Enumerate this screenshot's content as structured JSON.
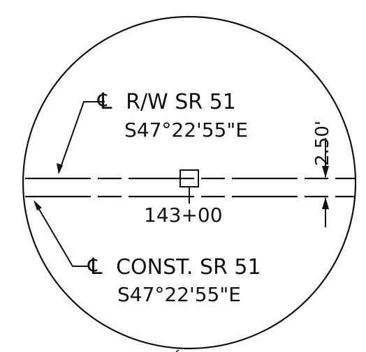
{
  "detail": {
    "rw_label": {
      "symbol": "℄",
      "text": "R/W SR 51",
      "bearing": "S47°22'55\"E"
    },
    "const_label": {
      "symbol": "℄",
      "text": "CONST. SR 51",
      "bearing": "S47°22'55\"E"
    },
    "station": "143+00",
    "offset": "2.50'"
  },
  "colors": {
    "ink": "#111111",
    "background": "#ffffff"
  }
}
